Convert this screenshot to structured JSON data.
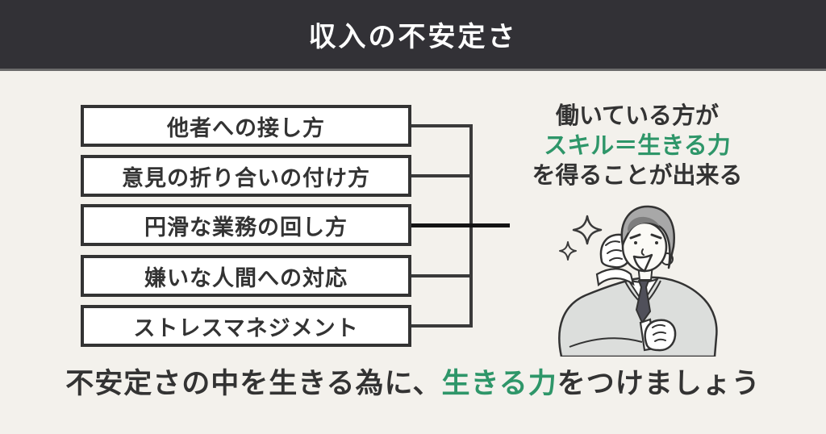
{
  "colors": {
    "background": "#f3f1ec",
    "panel_dark": "#323136",
    "accent_green": "#2e9669",
    "ink": "#333333",
    "box_fill": "#ffffff"
  },
  "header": {
    "title": "収入の不安定さ"
  },
  "skills": {
    "items": [
      {
        "label": "他者への接し方"
      },
      {
        "label": "意見の折り合いの付け方"
      },
      {
        "label": "円滑な業務の回し方"
      },
      {
        "label": "嫌いな人間への対応"
      },
      {
        "label": "ストレスマネジメント"
      }
    ]
  },
  "benefit": {
    "line1": "働いている方が",
    "line2": "スキル＝生きる力",
    "line3": "を得ることが出来る"
  },
  "illustration": {
    "name": "businessman-cheering"
  },
  "conclusion": {
    "prefix": "不安定さの中を生きる為に、",
    "highlight": "生きる力",
    "suffix": "をつけましょう"
  }
}
